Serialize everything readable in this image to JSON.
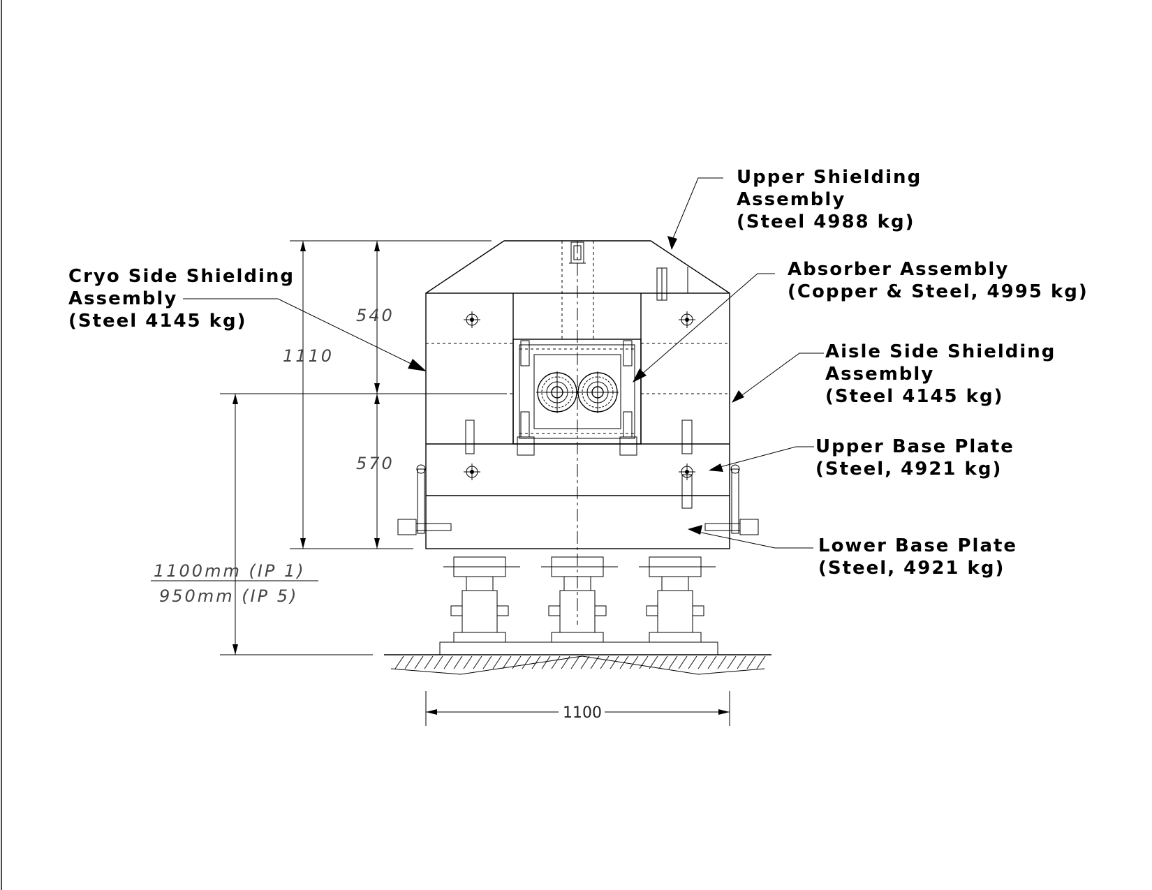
{
  "labels": {
    "upper_shielding": [
      "Upper Shielding",
      "Assembly",
      "(Steel 4988 kg)"
    ],
    "cryo_side": [
      "Cryo Side Shielding",
      "Assembly",
      "(Steel 4145 kg)"
    ],
    "absorber": [
      "Absorber Assembly",
      "(Copper & Steel, 4995 kg)"
    ],
    "aisle_side": [
      "Aisle Side Shielding",
      "Assembly",
      "(Steel 4145 kg)"
    ],
    "upper_base": [
      "Upper Base Plate",
      "(Steel, 4921 kg)"
    ],
    "lower_base": [
      "Lower Base Plate",
      "(Steel, 4921 kg)"
    ]
  },
  "dimensions": {
    "top_height": "540",
    "total_height": "1110",
    "lower_height": "570",
    "width": "1100",
    "floor_height_ip1": "1100mm (IP 1)",
    "floor_height_ip5": "950mm (IP 5)"
  },
  "colors": {
    "ink": "#000000",
    "background": "#ffffff"
  }
}
